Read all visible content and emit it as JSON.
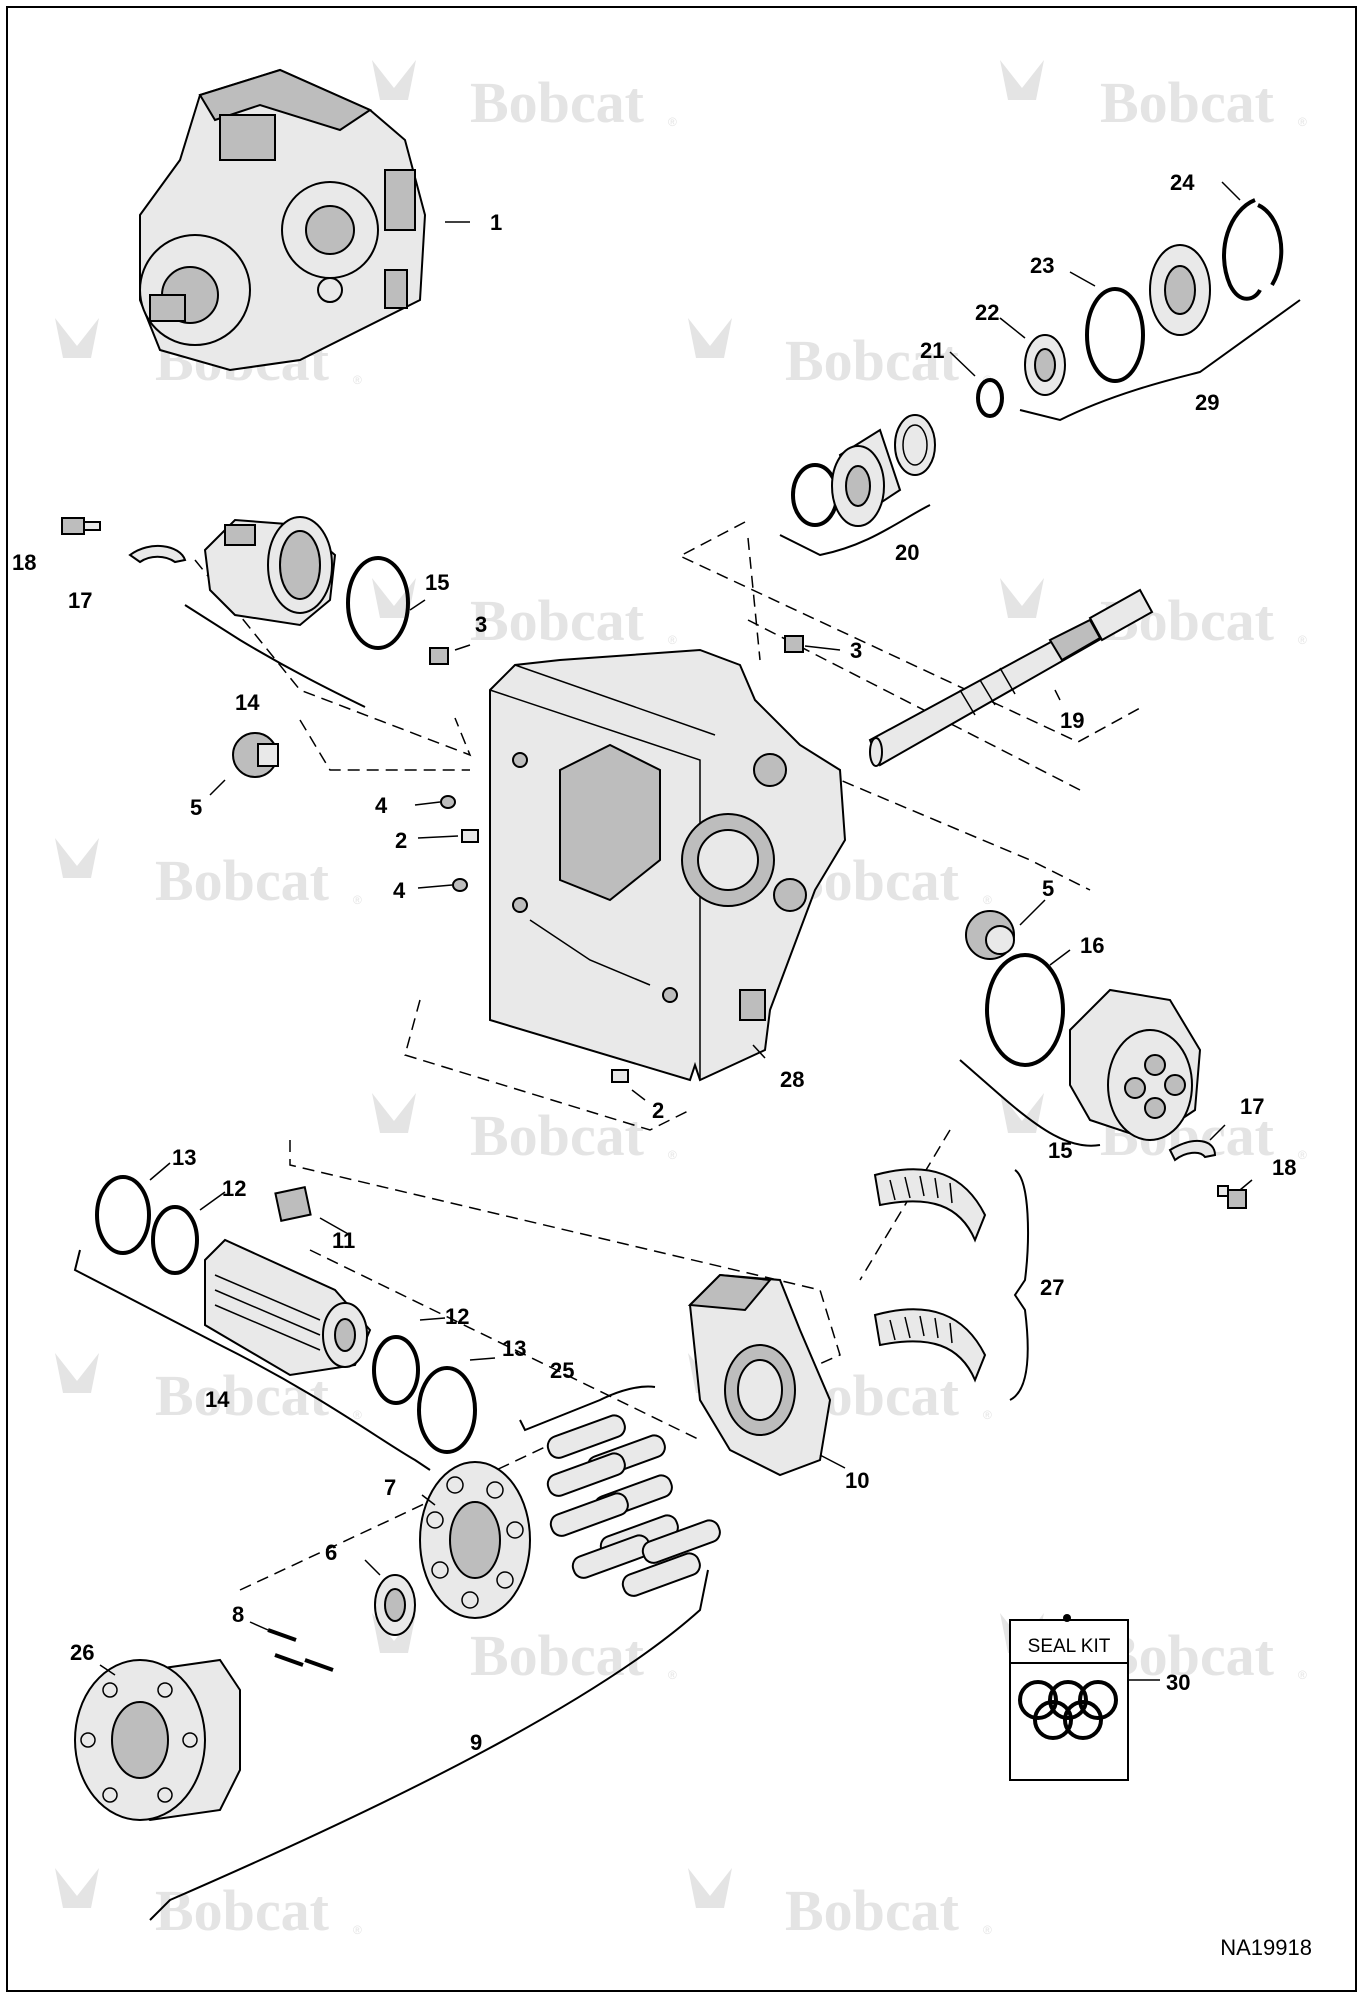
{
  "watermark": {
    "brand": "Bobcat",
    "reg": "®",
    "positions_note": ""
  },
  "callouts": {
    "c1": "1",
    "c2a": "2",
    "c2b": "2",
    "c3a": "3",
    "c3b": "3",
    "c4a": "4",
    "c4b": "4",
    "c5a": "5",
    "c5b": "5",
    "c6": "6",
    "c7": "7",
    "c8": "8",
    "c9": "9",
    "c10": "10",
    "c11": "11",
    "c12a": "12",
    "c12b": "12",
    "c13a": "13",
    "c13b": "13",
    "c14a": "14",
    "c14b": "14",
    "c15a": "15",
    "c15b": "15",
    "c16": "16",
    "c17a": "17",
    "c17b": "17",
    "c18a": "18",
    "c18b": "18",
    "c19": "19",
    "c20": "20",
    "c21": "21",
    "c22": "22",
    "c23": "23",
    "c24": "24",
    "c25": "25",
    "c26": "26",
    "c27": "27",
    "c28": "28",
    "c29": "29",
    "c30": "30"
  },
  "seal_kit": {
    "label": "SEAL KIT"
  },
  "drawing_number": "NA19918"
}
